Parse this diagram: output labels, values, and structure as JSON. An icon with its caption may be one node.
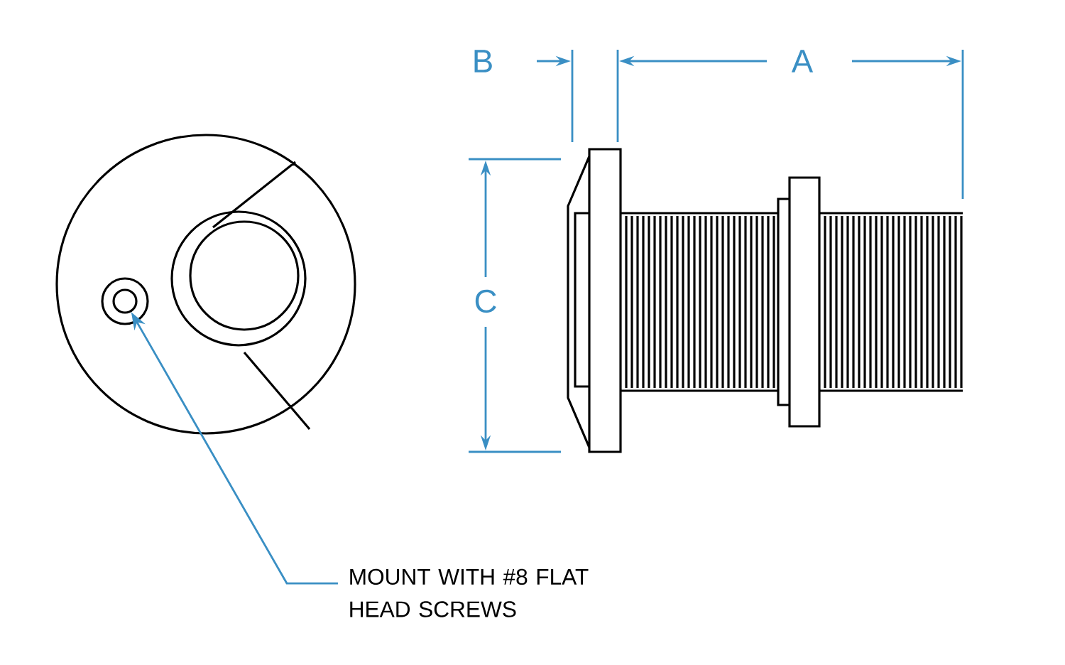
{
  "diagram": {
    "nodes": [
      {
        "text": [
          "MOUNT WITH #8 FLAT HEAD  SCREWS"
        ]
      },
      {
        "text": [],
        "shape": "circle"
      }
    ],
    "edges": [
      {
        "from": 0,
        "to": 1,
        "arrow": "to"
      }
    ],
    "labels": [
      "B",
      "A",
      "C"
    ]
  }
}
